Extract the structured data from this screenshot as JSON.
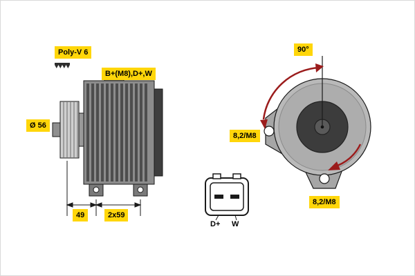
{
  "meta": {
    "title": "Alternator technical drawing"
  },
  "colors": {
    "label_bg": "#ffd60a",
    "label_text": "#000000",
    "arrow_red": "#9b1c1c",
    "line": "#1a1a1a"
  },
  "icons": {
    "belt_profile": "zigzag-belt-cross-section"
  },
  "labels": {
    "belt_type": "Poly-V 6",
    "terminals": "B+(M8),D+,W",
    "pulley_diameter": "Ø 56",
    "dim_a": "49",
    "dim_b": "2x59",
    "mount_angle": "90°",
    "mount_hole_left": "8,2/M8",
    "mount_hole_bottom": "8,2/M8"
  },
  "connector": {
    "pin_left": "D+",
    "pin_right": "W"
  }
}
